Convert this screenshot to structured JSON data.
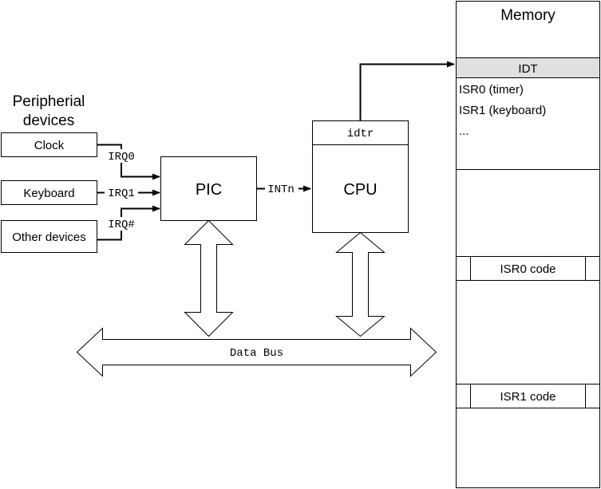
{
  "peripherals": {
    "heading_line1": "Peripherial",
    "heading_line2": "devices",
    "clock": "Clock",
    "keyboard": "Keyboard",
    "other": "Other devices"
  },
  "irq": {
    "irq0": "IRQ0",
    "irq1": "IRQ1",
    "irq_n": "IRQ#"
  },
  "pic": {
    "label": "PIC"
  },
  "intn": {
    "label": "INTn"
  },
  "cpu": {
    "label": "CPU",
    "register": "idtr"
  },
  "bus": {
    "label": "Data Bus"
  },
  "memory": {
    "title": "Memory",
    "idt_label": "IDT",
    "idt_entries": [
      "ISR0 (timer)",
      "ISR1 (keyboard)",
      "..."
    ],
    "isr0_code": "ISR0 code",
    "isr1_code": "ISR1 code"
  },
  "colors": {
    "stroke": "#000000",
    "idt_header_fill": "#e0e0e0",
    "background": "#ffffff"
  }
}
